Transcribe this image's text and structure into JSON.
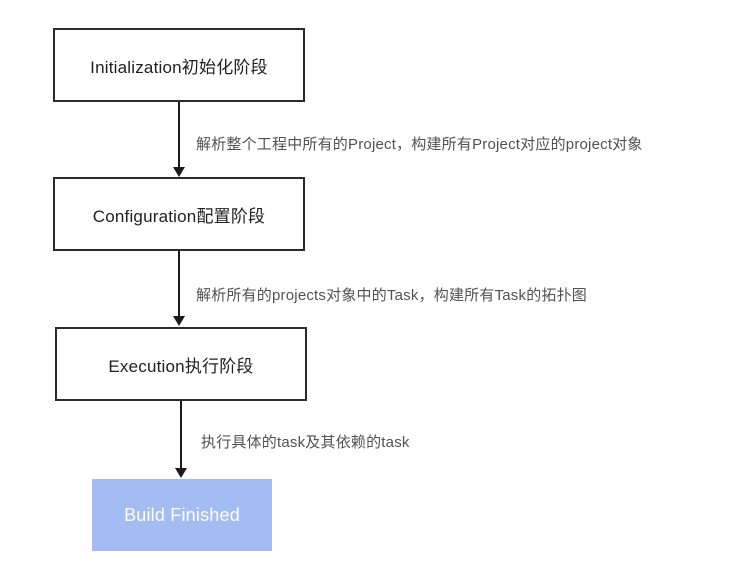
{
  "colors": {
    "canvas_bg": "#ffffff",
    "box_border": "#2b2b2b",
    "box_text": "#1f1f1f",
    "final_node_bg": "#a3bdf3",
    "final_node_text": "#fdfdff",
    "arrow_color": "#1a1a1a",
    "edge_label_color": "#525252"
  },
  "diagram": {
    "type": "flowchart",
    "direction": "top-down",
    "nodes": [
      {
        "id": "initialization",
        "label": "Initialization初始化阶段",
        "shape": "rectangle",
        "style": "outlined"
      },
      {
        "id": "configuration",
        "label": "Configuration配置阶段",
        "shape": "rectangle",
        "style": "outlined"
      },
      {
        "id": "execution",
        "label": "Execution执行阶段",
        "shape": "rectangle",
        "style": "outlined"
      },
      {
        "id": "build-finished",
        "label": "Build Finished",
        "shape": "rectangle",
        "style": "filled-blue"
      }
    ],
    "edges": [
      {
        "from": "initialization",
        "to": "configuration",
        "label": "解析整个工程中所有的Project，构建所有Project对应的project对象"
      },
      {
        "from": "configuration",
        "to": "execution",
        "label": "解析所有的projects对象中的Task，构建所有Task的拓扑图"
      },
      {
        "from": "execution",
        "to": "build-finished",
        "label": "执行具体的task及其依赖的task"
      }
    ]
  }
}
